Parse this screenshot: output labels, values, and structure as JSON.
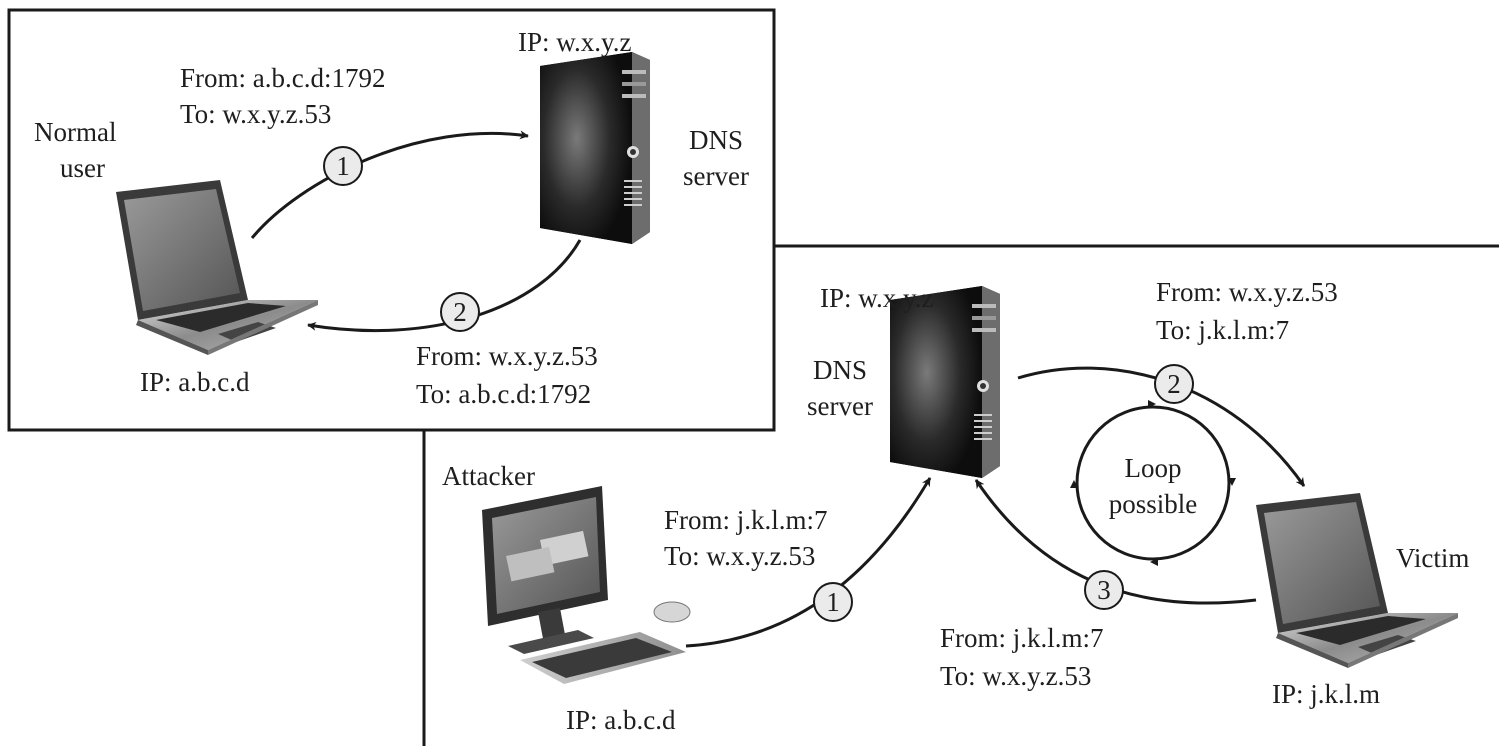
{
  "top_panel": {
    "user_label": [
      "Normal",
      "user"
    ],
    "user_ip": "IP: a.b.c.d",
    "server_ip": "IP: w.x.y.z",
    "server_label": [
      "DNS",
      "server"
    ],
    "request": {
      "step": "1",
      "from": "From: a.b.c.d:1792",
      "to": "To: w.x.y.z.53"
    },
    "response": {
      "step": "2",
      "from": "From: w.x.y.z.53",
      "to": "To: a.b.c.d:1792"
    }
  },
  "bottom_panel": {
    "server_ip": "IP: w.x.y.z",
    "server_label": [
      "DNS",
      "server"
    ],
    "attacker_label": "Attacker",
    "attacker_ip": "IP: a.b.c.d",
    "victim_label": "Victim",
    "victim_ip": "IP: j.k.l.m",
    "spoofed_request": {
      "step": "1",
      "from": "From: j.k.l.m:7",
      "to": "To: w.x.y.z.53"
    },
    "reply_to_victim": {
      "step": "2",
      "from": "From: w.x.y.z.53",
      "to": "To: j.k.l.m:7"
    },
    "victim_echo": {
      "step": "3",
      "from": "From: j.k.l.m:7",
      "to": "To: w.x.y.z.53"
    },
    "loop_label": [
      "Loop",
      "possible"
    ]
  }
}
